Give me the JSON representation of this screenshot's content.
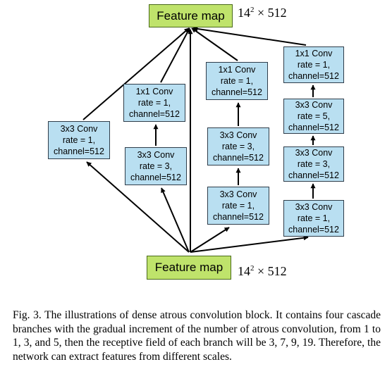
{
  "top_feature_map": {
    "label": "Feature map",
    "dim_base": "14",
    "dim_exp": "2",
    "dim_rest": " × 512"
  },
  "bottom_feature_map": {
    "label": "Feature map",
    "dim_base": "14",
    "dim_exp": "2",
    "dim_rest": " × 512"
  },
  "branches": [
    {
      "name": "branch-1",
      "blocks": [
        {
          "name": "conv3x3-rate1",
          "lines": [
            "3x3 Conv",
            "rate = 1,",
            "channel=512"
          ]
        }
      ]
    },
    {
      "name": "branch-2",
      "blocks": [
        {
          "name": "conv3x3-rate3",
          "lines": [
            "3x3 Conv",
            "rate = 3,",
            "channel=512"
          ]
        },
        {
          "name": "conv1x1-rate1",
          "lines": [
            "1x1 Conv",
            "rate = 1,",
            "channel=512"
          ]
        }
      ]
    },
    {
      "name": "branch-3",
      "blocks": [
        {
          "name": "conv3x3-rate1",
          "lines": [
            "3x3 Conv",
            "rate = 1,",
            "channel=512"
          ]
        },
        {
          "name": "conv3x3-rate3",
          "lines": [
            "3x3 Conv",
            "rate = 3,",
            "channel=512"
          ]
        },
        {
          "name": "conv1x1-rate1",
          "lines": [
            "1x1 Conv",
            "rate = 1,",
            "channel=512"
          ]
        }
      ]
    },
    {
      "name": "branch-4",
      "blocks": [
        {
          "name": "conv3x3-rate1",
          "lines": [
            "3x3 Conv",
            "rate = 1,",
            "channel=512"
          ]
        },
        {
          "name": "conv3x3-rate3",
          "lines": [
            "3x3 Conv",
            "rate = 3,",
            "channel=512"
          ]
        },
        {
          "name": "conv3x3-rate5",
          "lines": [
            "3x3 Conv",
            "rate = 5,",
            "channel=512"
          ]
        },
        {
          "name": "conv1x1-rate1",
          "lines": [
            "1x1 Conv",
            "rate = 1,",
            "channel=512"
          ]
        }
      ]
    }
  ],
  "caption": "Fig. 3.   The illustrations of dense atrous convolution block. It contains four cascade branches with the gradual increment of the number of atrous convolution, from 1 to 1, 3, and 5, then the receptive field of each branch will be 3, 7, 9, 19. Therefore, the network can extract features from different scales."
}
